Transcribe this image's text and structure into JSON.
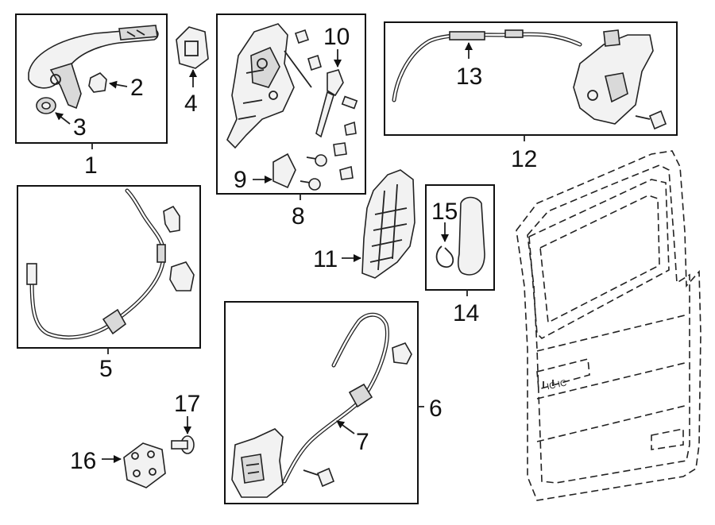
{
  "callouts": [
    {
      "id": "c1",
      "label": "1"
    },
    {
      "id": "c2",
      "label": "2"
    },
    {
      "id": "c3",
      "label": "3"
    },
    {
      "id": "c4",
      "label": "4"
    },
    {
      "id": "c5",
      "label": "5"
    },
    {
      "id": "c6",
      "label": "6"
    },
    {
      "id": "c7",
      "label": "7"
    },
    {
      "id": "c8",
      "label": "8"
    },
    {
      "id": "c9",
      "label": "9"
    },
    {
      "id": "c10",
      "label": "10"
    },
    {
      "id": "c11",
      "label": "11"
    },
    {
      "id": "c12",
      "label": "12"
    },
    {
      "id": "c13",
      "label": "13"
    },
    {
      "id": "c14",
      "label": "14"
    },
    {
      "id": "c15",
      "label": "15"
    },
    {
      "id": "c16",
      "label": "16"
    },
    {
      "id": "c17",
      "label": "17"
    }
  ],
  "door_lettering": "IC IC"
}
